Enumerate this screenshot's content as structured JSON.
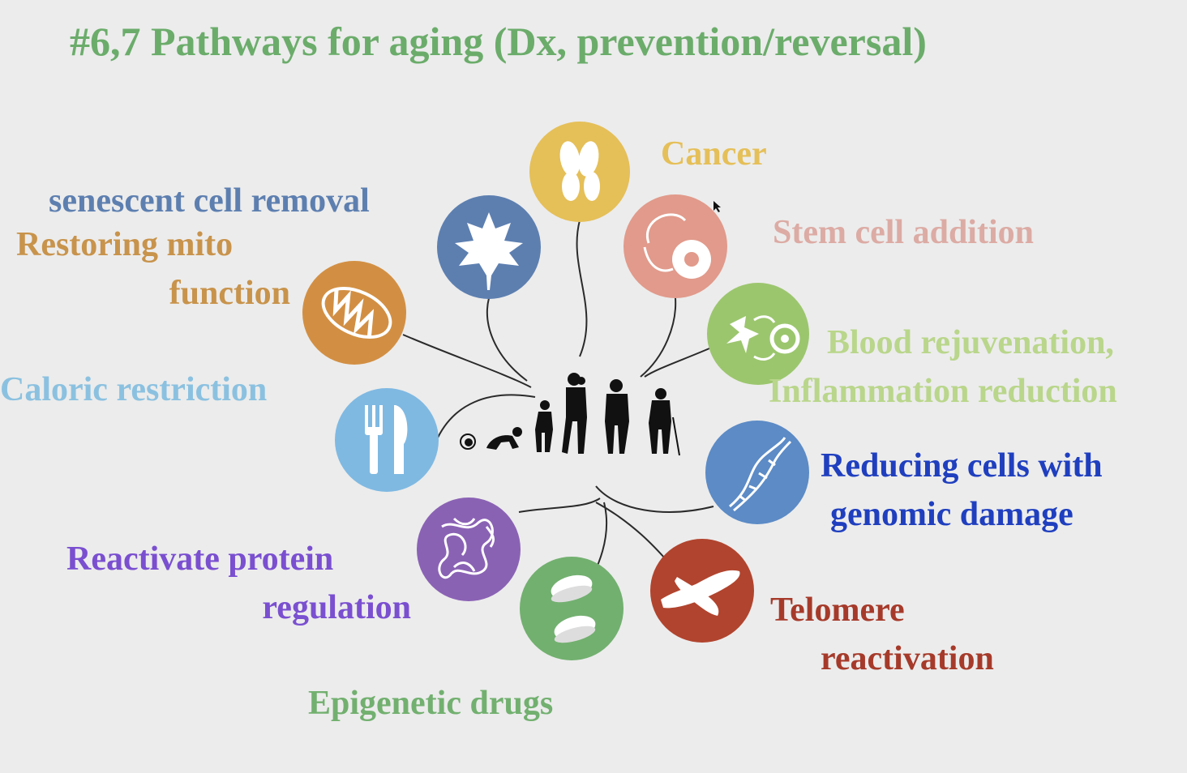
{
  "title": "#6,7 Pathways for aging (Dx, prevention/reversal)",
  "colors": {
    "background": "#ececec",
    "title": "#6bac6b",
    "cancer_circle": "#e5bf58",
    "senescence_circle": "#5d7fb0",
    "stem_circle": "#e19a8b",
    "mito_circle": "#d28f43",
    "blood_circle": "#9cc66e",
    "caloric_circle": "#7fb9e2",
    "genomic_circle": "#5c8bc6",
    "protein_circle": "#8a62b4",
    "epigenetic_circle": "#72b06f",
    "telomere_circle": "#b1442e"
  },
  "labels": {
    "cancer": "Cancer",
    "senescent": "senescent cell removal",
    "mito_line1": "Restoring mito",
    "mito_line2": "function",
    "stem": "Stem cell addition",
    "blood_line1": "Blood rejuvenation,",
    "blood_line2": "Inflammation reduction",
    "caloric": "Caloric restriction",
    "genomic_line1": "Reducing cells with",
    "genomic_line2": "genomic damage",
    "protein_line1": "Reactivate protein",
    "protein_line2": "regulation",
    "telomere_line1": "Telomere",
    "telomere_line2": "reactivation",
    "epigenetic": "Epigenetic drugs"
  },
  "icons": [
    "cells-icon",
    "maple-leaf-icon",
    "stem-cell-icon",
    "mitochondrion-icon",
    "blood-cells-icon",
    "fork-knife-icon",
    "dna-helix-icon",
    "protein-structure-icon",
    "pills-icon",
    "chromosome-icon",
    "human-lifespan-silhouettes-icon"
  ]
}
